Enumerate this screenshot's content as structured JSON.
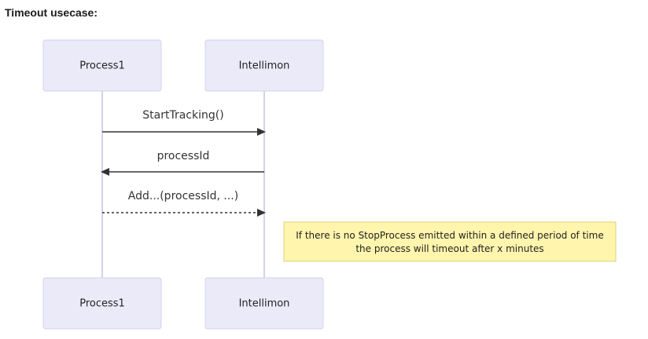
{
  "heading": "Timeout usecase:",
  "participants": {
    "process": "Process1",
    "monitor": "Intellimon"
  },
  "messages": [
    {
      "label": "StartTracking()",
      "from": "Process1",
      "to": "Intellimon",
      "style": "solid"
    },
    {
      "label": "processId",
      "from": "Intellimon",
      "to": "Process1",
      "style": "solid"
    },
    {
      "label": "Add...(processId, ...)",
      "from": "Process1",
      "to": "Intellimon",
      "style": "dotted"
    }
  ],
  "note": {
    "lines": [
      "If there is no StopProcess emitted within a defined period of time",
      "the process will timeout after x minutes"
    ]
  },
  "colors": {
    "actor_fill": "#eaeaf8",
    "note_fill": "#fff5ad",
    "line": "#333333"
  }
}
